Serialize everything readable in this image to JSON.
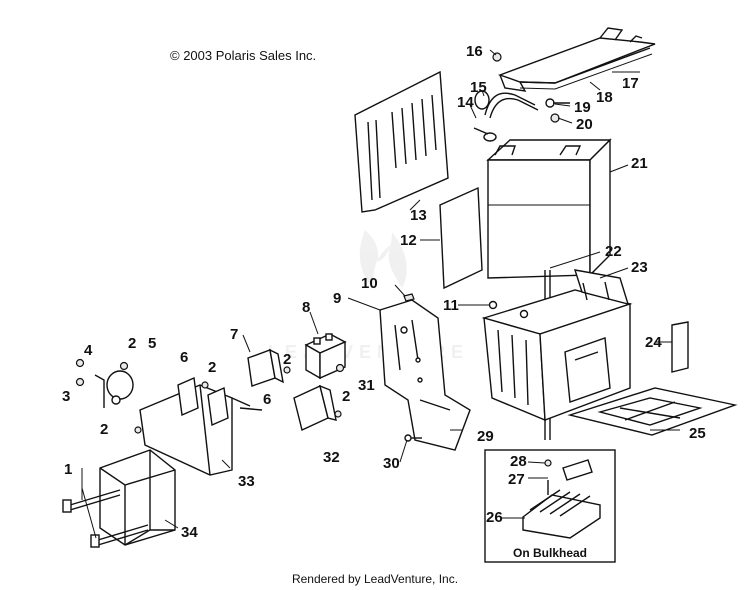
{
  "copyright": "© 2003 Polaris Sales Inc.",
  "footer": "Rendered by LeadVenture, Inc.",
  "inset_label": "On Bulkhead",
  "watermark": "LEADVENTURE",
  "callouts": [
    "16",
    "17",
    "18",
    "15",
    "14",
    "19",
    "20",
    "21",
    "13",
    "12",
    "22",
    "23",
    "10",
    "11",
    "9",
    "8",
    "24",
    "7",
    "5",
    "2",
    "6",
    "2",
    "4",
    "3",
    "2",
    "31",
    "2",
    "2",
    "32",
    "29",
    "30",
    "28",
    "27",
    "25",
    "26",
    "1",
    "33",
    "34",
    "6"
  ]
}
